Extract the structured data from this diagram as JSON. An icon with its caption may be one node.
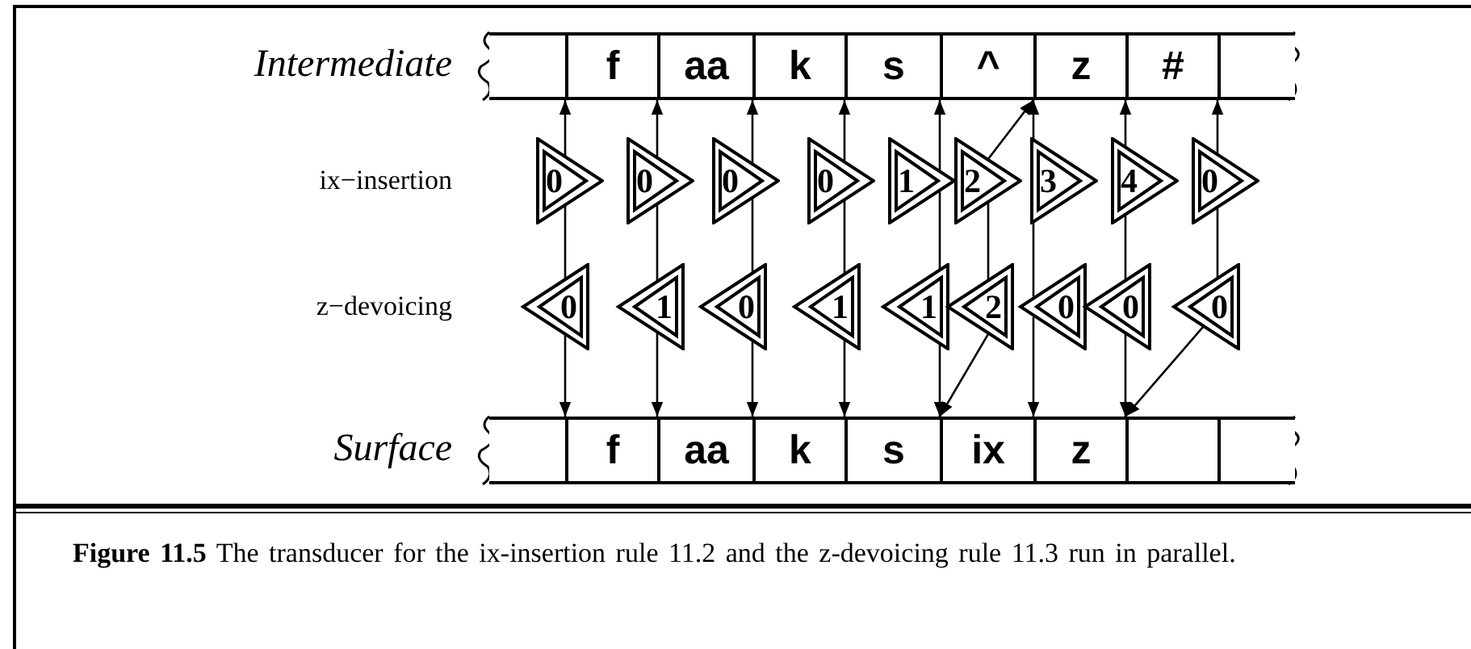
{
  "diagram": {
    "caption": "**Figure 11.5** The transducer for the ix-insertion rule 11.2 and the z-devoicing rule 11.3 run in parallel.",
    "nodes": [
      {
        "text": [],
        "shape": "box"
      },
      {
        "text": [
          "f"
        ]
      },
      {
        "text": [
          "aa"
        ]
      },
      {
        "text": [
          "k"
        ]
      },
      {
        "text": [
          "s"
        ]
      },
      {
        "text": [
          "^"
        ]
      },
      {
        "text": [
          "z"
        ]
      },
      {
        "text": [
          "#"
        ]
      },
      {
        "text": [],
        "shape": "box"
      },
      {
        "text": [
          "0"
        ]
      },
      {
        "text": [
          "0"
        ]
      },
      {
        "text": [
          "0"
        ]
      },
      {
        "text": [
          "0"
        ]
      },
      {
        "text": [
          "1"
        ]
      },
      {
        "text": [
          "2"
        ]
      },
      {
        "text": [
          "3"
        ]
      },
      {
        "text": [
          "4"
        ]
      },
      {
        "text": [
          "0"
        ]
      },
      {
        "text": [
          "0"
        ]
      },
      {
        "text": [
          "1"
        ]
      },
      {
        "text": [
          "0"
        ]
      },
      {
        "text": [
          "1"
        ]
      },
      {
        "text": [
          "1"
        ]
      },
      {
        "text": [
          "2"
        ]
      },
      {
        "text": [
          "0"
        ]
      },
      {
        "text": [
          "0"
        ]
      },
      {
        "text": [
          "0"
        ]
      },
      {
        "text": [],
        "shape": "box"
      },
      {
        "text": [
          "f"
        ]
      },
      {
        "text": [
          "aa"
        ]
      },
      {
        "text": [
          "k"
        ]
      },
      {
        "text": [
          "s"
        ]
      },
      {
        "text": [
          "ix"
        ]
      },
      {
        "text": [
          "z"
        ]
      },
      {
        "text": [],
        "shape": "box"
      },
      {
        "text": [],
        "shape": "box"
      }
    ],
    "edges": [
      {
        "from": 9,
        "to": 1,
        "arrow": "to"
      },
      {
        "from": 10,
        "to": 2,
        "arrow": "to"
      },
      {
        "from": 11,
        "to": 3,
        "arrow": "to"
      },
      {
        "from": 12,
        "to": 4,
        "arrow": "to"
      },
      {
        "from": 13,
        "to": 5,
        "arrow": "to"
      },
      {
        "from": 14,
        "to": 6,
        "arrow": "to"
      },
      {
        "from": 15,
        "to": 6,
        "arrow": "to"
      },
      {
        "from": 16,
        "to": 7,
        "arrow": "to"
      },
      {
        "from": 17,
        "to": 8,
        "arrow": "to"
      },
      {
        "from": 9,
        "to": 18,
        "arrow": "none"
      },
      {
        "from": 10,
        "to": 19,
        "arrow": "none"
      },
      {
        "from": 11,
        "to": 20,
        "arrow": "none"
      },
      {
        "from": 12,
        "to": 21,
        "arrow": "none"
      },
      {
        "from": 13,
        "to": 22,
        "arrow": "none"
      },
      {
        "from": 14,
        "to": 23,
        "arrow": "none"
      },
      {
        "from": 15,
        "to": 24,
        "arrow": "none"
      },
      {
        "from": 16,
        "to": 25,
        "arrow": "none"
      },
      {
        "from": 17,
        "to": 26,
        "arrow": "none"
      },
      {
        "from": 18,
        "to": 28,
        "arrow": "to"
      },
      {
        "from": 19,
        "to": 29,
        "arrow": "to"
      },
      {
        "from": 20,
        "to": 30,
        "arrow": "to"
      },
      {
        "from": 21,
        "to": 31,
        "arrow": "to"
      },
      {
        "from": 22,
        "to": 32,
        "arrow": "to"
      },
      {
        "from": 23,
        "to": 32,
        "arrow": "to"
      },
      {
        "from": 24,
        "to": 33,
        "arrow": "to"
      },
      {
        "from": 25,
        "to": 34,
        "arrow": "to"
      },
      {
        "from": 26,
        "to": 34,
        "arrow": "to"
      }
    ],
    "labels": [
      "Intermediate",
      "ix−insertion",
      "z−devoicing",
      "Surface"
    ]
  }
}
